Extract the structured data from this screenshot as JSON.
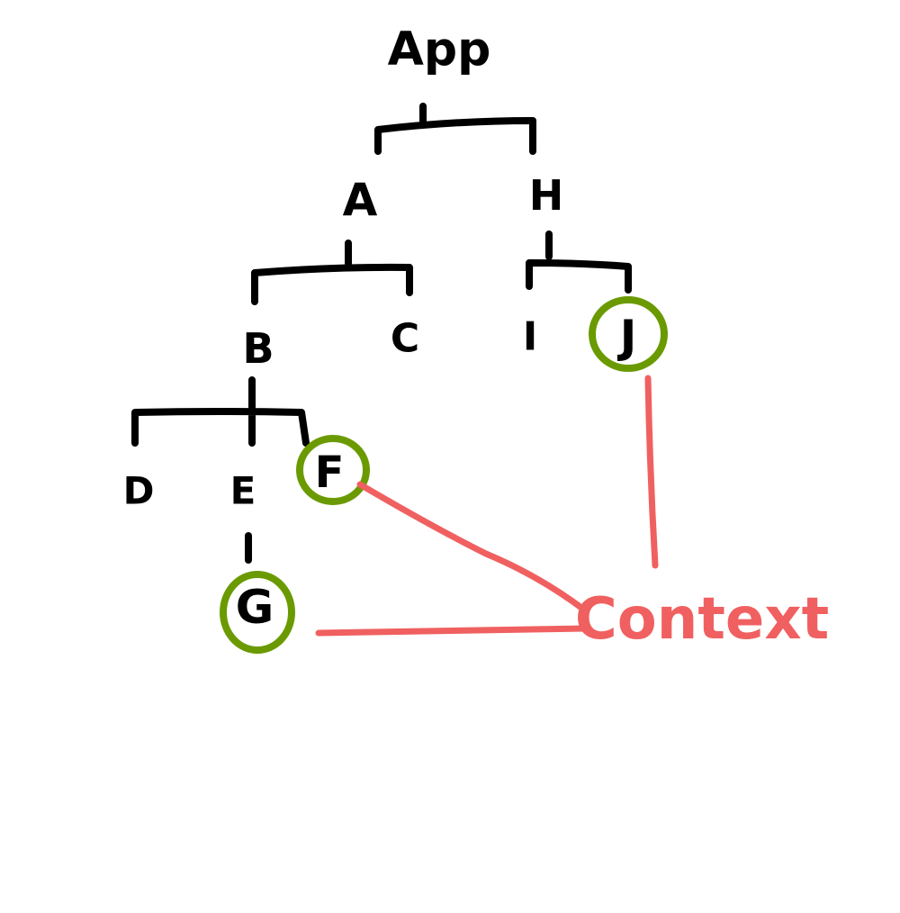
{
  "colors": {
    "ink": "#000000",
    "highlight": "#6a9a00",
    "context": "#f06060"
  },
  "tree": {
    "root": "App",
    "level1": [
      "A",
      "H"
    ],
    "level2": [
      "B",
      "C",
      "I",
      "J"
    ],
    "level3": [
      "D",
      "E",
      "F"
    ],
    "level4": [
      "G"
    ]
  },
  "context_label": "Context"
}
